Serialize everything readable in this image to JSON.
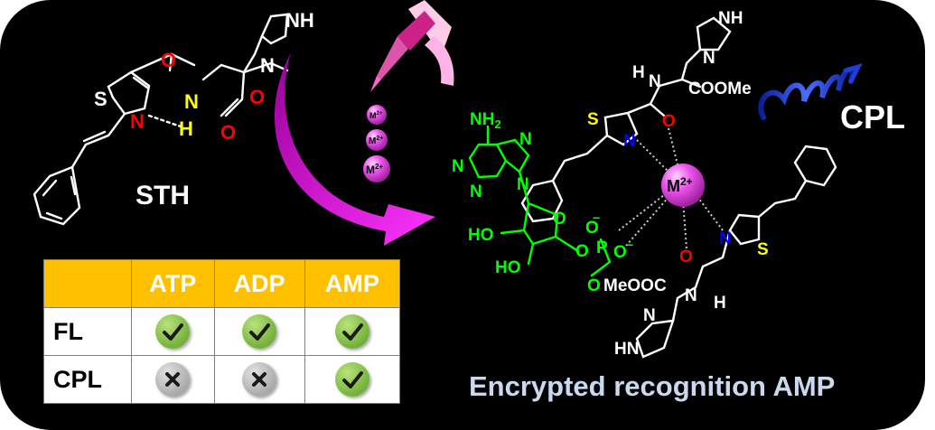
{
  "sth_label": "STH",
  "cpl_label": "CPL",
  "caption": "Encrypted recognition AMP",
  "metal_ion": "M",
  "metal_charge": "2+",
  "atoms": {
    "S": "S",
    "N": "N",
    "O": "O",
    "H": "H",
    "P": "P",
    "NH": "NH",
    "HN": "HN",
    "NH2": "NH",
    "NH2_sub": "2",
    "HO": "HO",
    "COOMe": "COOMe",
    "MeOOC": "MeOOC",
    "minus": "−"
  },
  "table": {
    "columns": [
      "ATP",
      "ADP",
      "AMP"
    ],
    "rows": [
      {
        "label": "FL",
        "values": [
          true,
          true,
          true
        ]
      },
      {
        "label": "CPL",
        "values": [
          false,
          false,
          true
        ]
      }
    ]
  },
  "colors": {
    "background": "#000000",
    "table_header": "#ffc000",
    "oxygen": "#ff0000",
    "nitrogen": "#0000ff",
    "sulfur_hydrogen": "#ffff00",
    "adenosine": "#00ff00",
    "arrow": "#cc00cc",
    "metal_sphere": "#ee55ee",
    "helix": "#1f3fd8",
    "caption": "#c9daf0"
  }
}
